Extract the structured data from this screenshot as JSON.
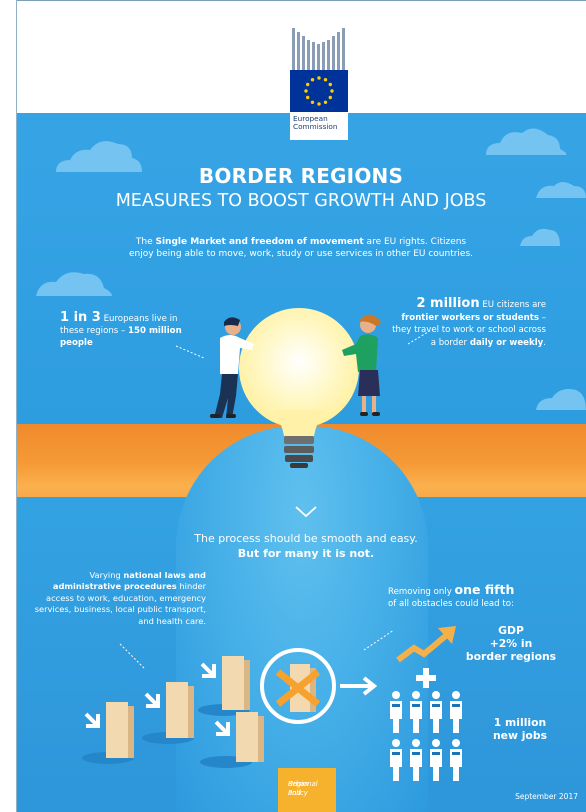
{
  "logo": {
    "line1": "European",
    "line2": "Commission"
  },
  "title": {
    "line1": "BORDER REGIONS",
    "line2": "MEASURES TO BOOST GROWTH AND JOBS"
  },
  "intro": {
    "pre": "The ",
    "bold": "Single Market and freedom of movement",
    "post": " are EU rights. Citizens enjoy being able to move, work, study or use services in other EU countries."
  },
  "stat_left": {
    "big": "1 in 3",
    "t1": " Europeans live in these regions – ",
    "bold": "150 million people"
  },
  "stat_right": {
    "big": "2 million",
    "t1": " EU citizens are ",
    "bold1": "frontier workers or students",
    "t2": " – they travel to work or school across a border ",
    "bold2": "daily or weekly",
    "t3": "."
  },
  "process": {
    "line1": "The process should be smooth and easy.",
    "line2": "But for many it is not."
  },
  "obstacles": {
    "t1": "Varying ",
    "bold": "national laws and administrative procedures",
    "t2": " hinder access to work, education, emergency services, business, local public transport, and health care."
  },
  "remove": {
    "t1": "Removing only ",
    "big": "one fifth",
    "t2": " of all obstacles could lead to:"
  },
  "gdp": {
    "line1": "GDP",
    "line2": "+2% in",
    "line3": "border regions"
  },
  "jobs": {
    "line1": "1 million",
    "line2": "new jobs"
  },
  "footer_label": {
    "line1": "Regional and",
    "line2": "Urban Policy"
  },
  "date": "September 2017",
  "colors": {
    "sky": "#31a0e2",
    "ground": "#f59a36",
    "accent": "#f6b22c",
    "eu_blue": "#003399"
  }
}
